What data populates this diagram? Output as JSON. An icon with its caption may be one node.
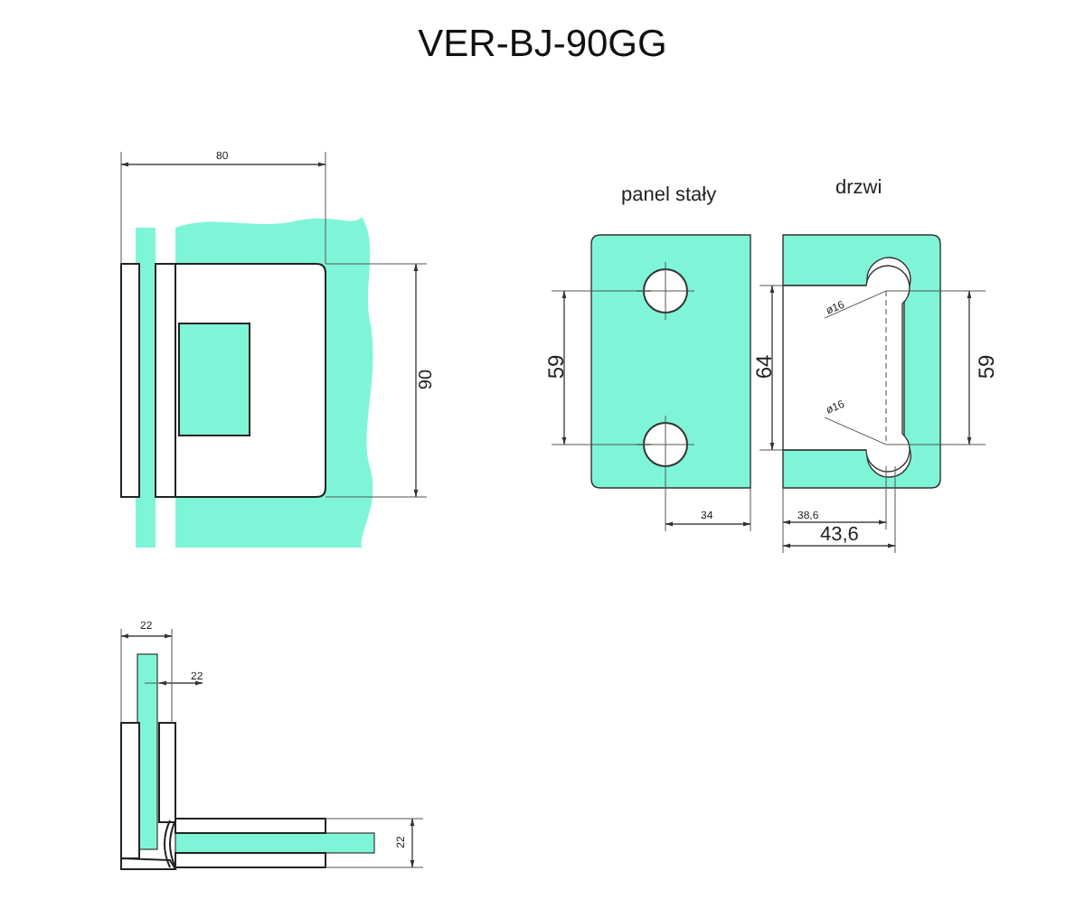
{
  "diagram": {
    "title": "VER-BJ-90GG",
    "labels": [
      "80",
      "90",
      "panel stały",
      "drzwi",
      "59",
      "64",
      "ø16",
      "ø16",
      "59",
      "34",
      "38,6",
      "43,6",
      "22",
      "22",
      "22"
    ]
  }
}
